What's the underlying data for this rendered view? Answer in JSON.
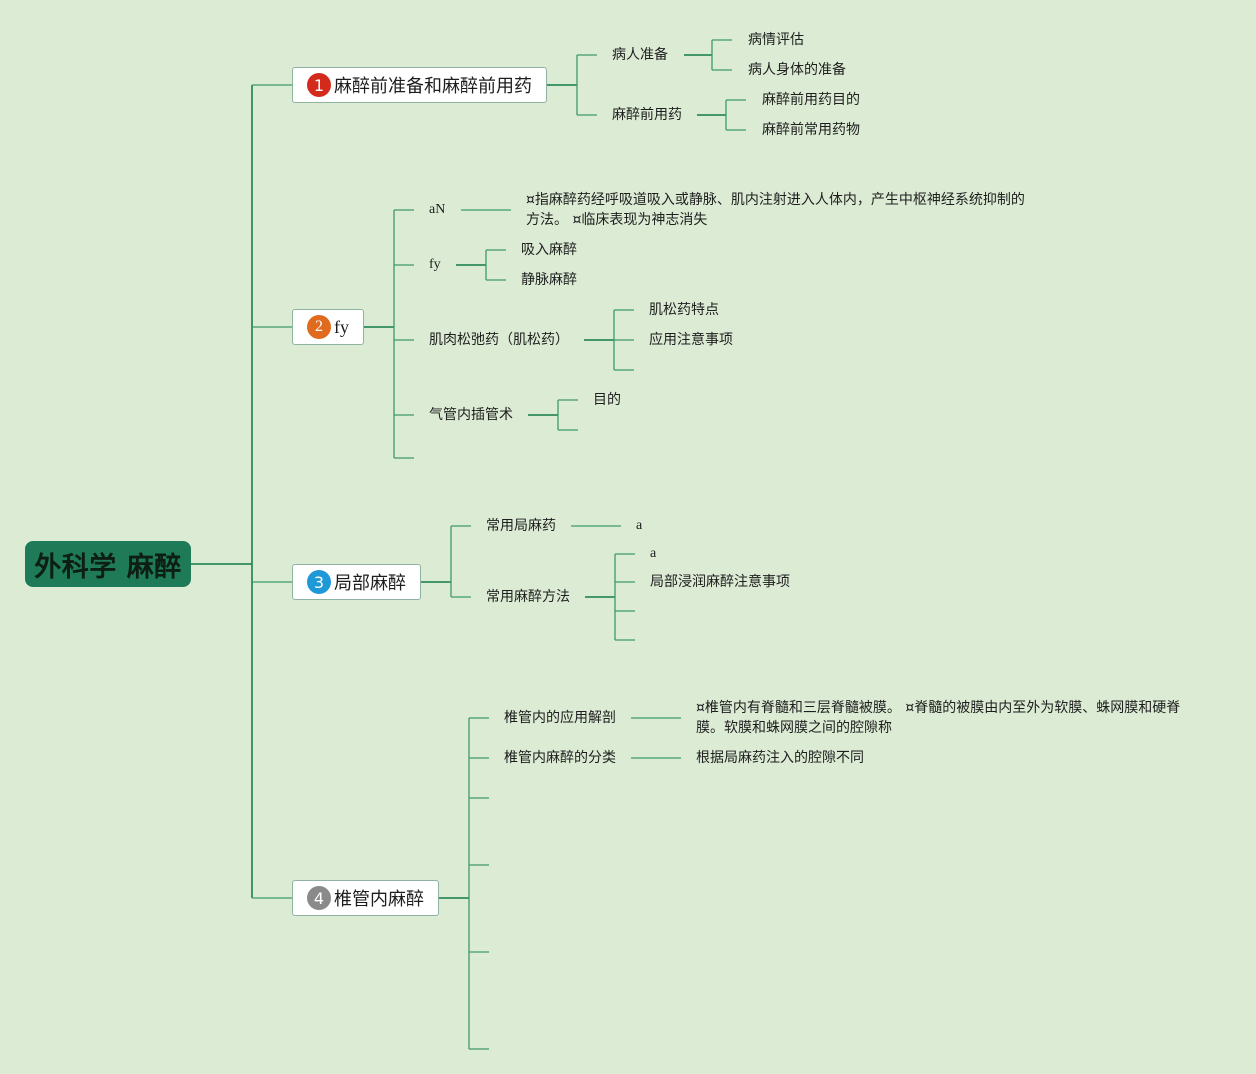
{
  "root": {
    "label": "外科学 麻醉"
  },
  "branches": [
    {
      "badge": "1",
      "label": "麻醉前准备和麻醉前用药",
      "children": [
        {
          "label": "病人准备",
          "children": [
            "病情评估",
            "病人身体的准备"
          ]
        },
        {
          "label": "麻醉前用药",
          "children": [
            "麻醉前用药目的",
            "麻醉前常用药物"
          ]
        }
      ]
    },
    {
      "badge": "2",
      "label": "fy",
      "children": [
        {
          "label": "aN",
          "note_line1": "¤指麻醉药经呼吸道吸入或静脉、肌内注射进入人体内，产生中枢神经系统抑制的",
          "note_line2": "方法。 ¤临床表现为神志消失"
        },
        {
          "label": "fy",
          "children": [
            "吸入麻醉",
            "静脉麻醉"
          ]
        },
        {
          "label": "肌肉松弛药（肌松药）",
          "children": [
            "肌松药特点",
            "应用注意事项"
          ]
        },
        {
          "label": "气管内插管术",
          "children": [
            "目的"
          ]
        }
      ]
    },
    {
      "badge": "3",
      "label": "局部麻醉",
      "children": [
        {
          "label": "常用局麻药",
          "children": [
            "a"
          ]
        },
        {
          "label": "常用麻醉方法",
          "children": [
            "a",
            "局部浸润麻醉注意事项"
          ]
        }
      ]
    },
    {
      "badge": "4",
      "label": "椎管内麻醉",
      "children": [
        {
          "label": "椎管内的应用解剖",
          "note_line1": "¤椎管内有脊髓和三层脊髓被膜。 ¤脊髓的被膜由内至外为软膜、蛛网膜和硬脊",
          "note_line2": "膜。软膜和蛛网膜之间的腔隙称"
        },
        {
          "label": "椎管内麻醉的分类",
          "children": [
            "根据局麻药注入的腔隙不同"
          ]
        }
      ]
    }
  ],
  "colors": {
    "background": "#dcebd4",
    "root": "#1f7a58",
    "line": "#3f9a6a",
    "badge1": "#d42a1c",
    "badge2": "#e06a1d",
    "badge3": "#1f98d8",
    "badge4": "#8a8a8a"
  }
}
